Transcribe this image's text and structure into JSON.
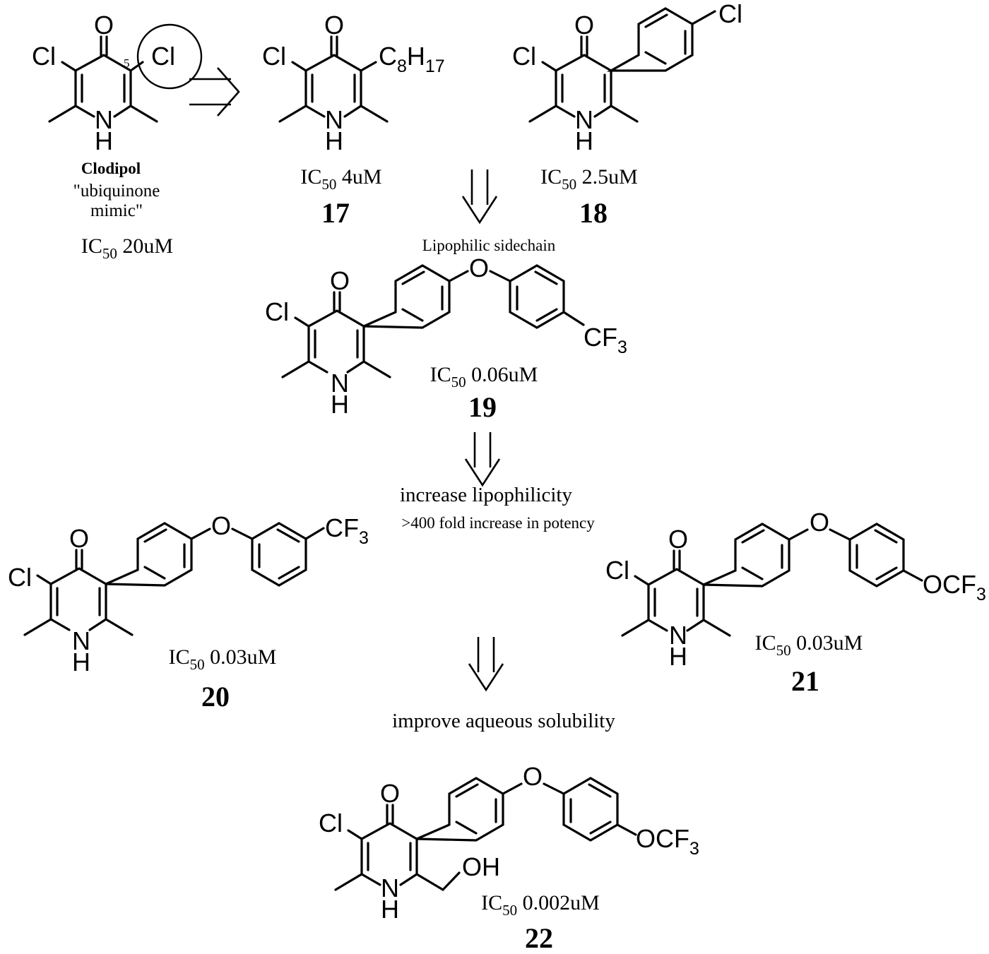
{
  "atoms": {
    "O": "O",
    "Cl": "Cl",
    "N": "N",
    "H": "H",
    "C8": "C",
    "sub8": "8",
    "H17": "H",
    "sub17": "17",
    "CF": "CF",
    "sub3": "3",
    "OCF": "OCF",
    "OH": "OH"
  },
  "position_label": "5",
  "clodipol": {
    "name": "Clodipol",
    "desc_line1": "\"ubiquinone",
    "desc_line2": "mimic\"",
    "ic_prefix": "IC",
    "ic_sub": "50",
    "ic_value": " 20uM"
  },
  "compounds": [
    {
      "number": "17",
      "ic_prefix": "IC",
      "ic_sub": "50",
      "ic_value": " 4uM"
    },
    {
      "number": "18",
      "ic_prefix": "IC",
      "ic_sub": "50",
      "ic_value": " 2.5uM"
    },
    {
      "number": "19",
      "ic_prefix": "IC",
      "ic_sub": "50",
      "ic_value": " 0.06uM"
    },
    {
      "number": "20",
      "ic_prefix": "IC",
      "ic_sub": "50",
      "ic_value": " 0.03uM"
    },
    {
      "number": "21",
      "ic_prefix": "IC",
      "ic_sub": "50",
      "ic_value": " 0.03uM"
    },
    {
      "number": "22",
      "ic_prefix": "IC",
      "ic_sub": "50",
      "ic_value": " 0.002uM"
    }
  ],
  "annotations": {
    "step1": "Lipophilic sidechain",
    "step2": "increase lipophilicity",
    "step2_detail": ">400 fold increase in potency",
    "step3": "improve aqueous solubility"
  }
}
